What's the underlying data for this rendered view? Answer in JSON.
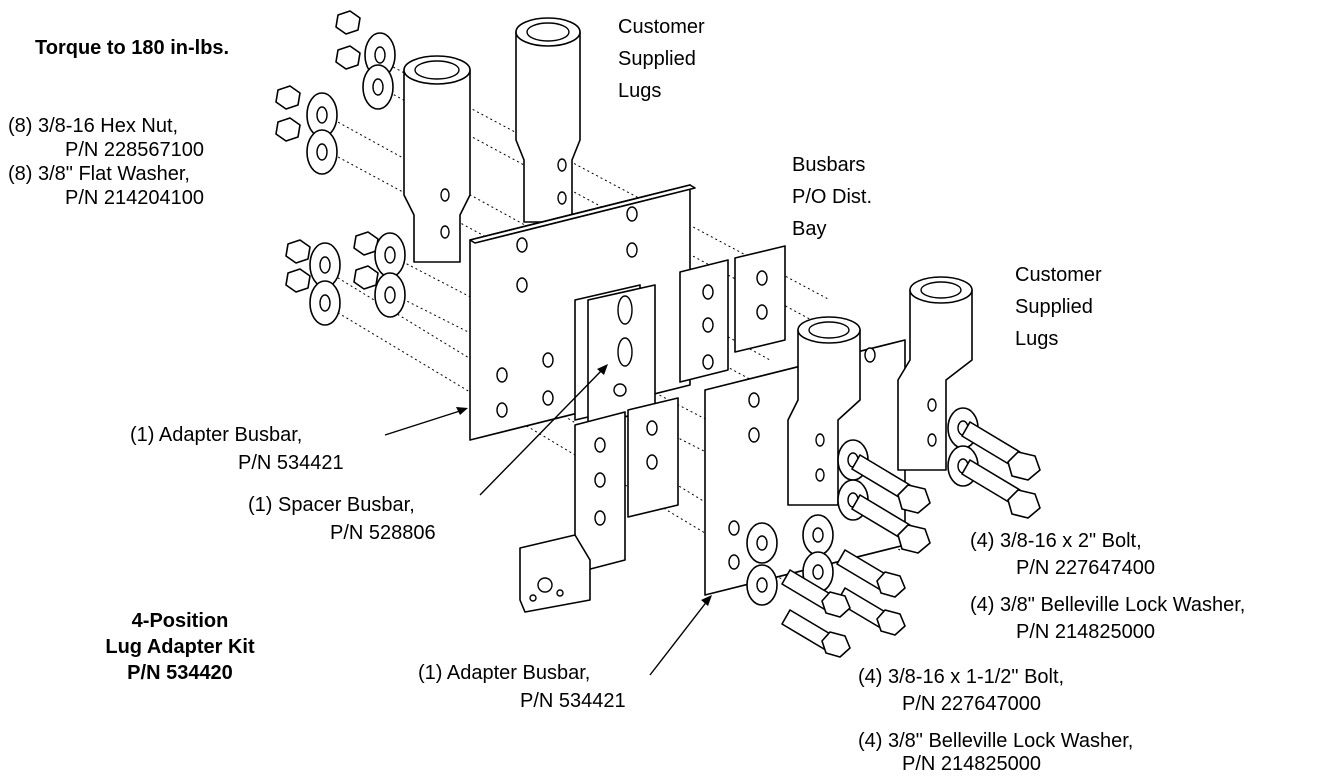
{
  "labels": {
    "torque": "Torque to 180 in-lbs.",
    "hex_nut_line1": "(8) 3/8-16 Hex Nut,",
    "hex_nut_line2": "P/N 228567100",
    "flat_washer_line1": "(8) 3/8\" Flat Washer,",
    "flat_washer_line2": "P/N 214204100",
    "customer_lugs_top": [
      "Customer",
      "Supplied",
      "Lugs"
    ],
    "busbars_pod": [
      "Busbars",
      "P/O Dist.",
      "Bay"
    ],
    "customer_lugs_right": [
      "Customer",
      "Supplied",
      "Lugs"
    ],
    "adapter_busbar_upper_line1": "(1) Adapter Busbar,",
    "adapter_busbar_upper_line2": "P/N 534421",
    "spacer_busbar_line1": "(1) Spacer Busbar,",
    "spacer_busbar_line2": "P/N 528806",
    "adapter_busbar_lower_line1": "(1) Adapter Busbar,",
    "adapter_busbar_lower_line2": "P/N 534421",
    "bolt_2in_line1": "(4) 3/8-16 x 2\" Bolt,",
    "bolt_2in_line2": "P/N 227647400",
    "belleville_a_line1": "(4) 3/8\" Belleville Lock Washer,",
    "belleville_a_line2": "P/N 214825000",
    "bolt_1half_line1": "(4) 3/8-16 x 1-1/2\" Bolt,",
    "bolt_1half_line2": "P/N 227647000",
    "belleville_b_line1": "(4) 3/8\" Belleville Lock Washer,",
    "belleville_b_line2": "P/N 214825000",
    "kit_title": [
      "4-Position",
      "Lug Adapter Kit",
      "P/N 534420"
    ]
  }
}
